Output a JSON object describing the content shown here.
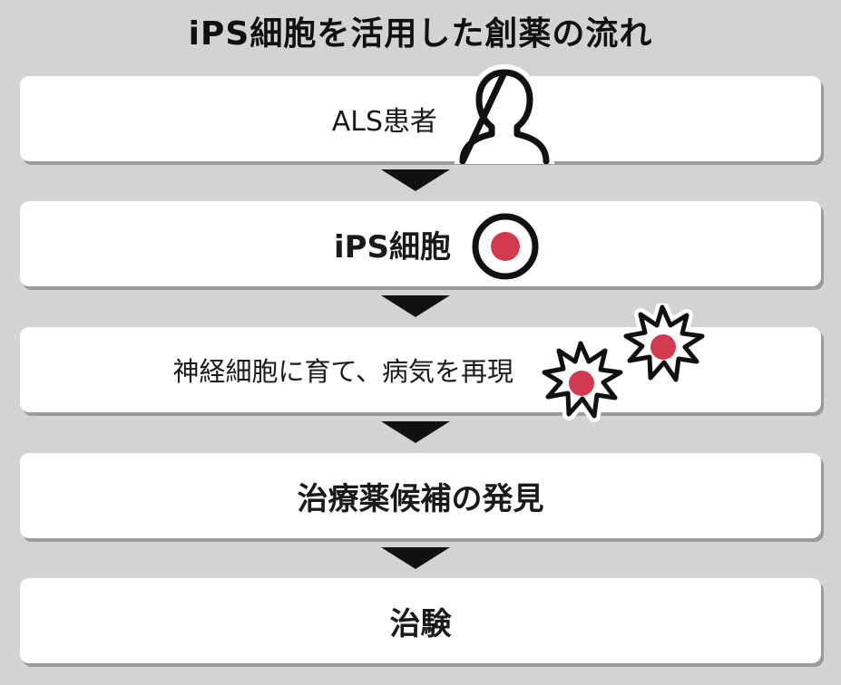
{
  "title": "iPS細胞を活用した創薬の流れ",
  "steps": [
    {
      "label": "ALS患者",
      "icon": "person-icon"
    },
    {
      "label": "iPS細胞",
      "icon": "cell-icon"
    },
    {
      "label": "神経細胞に育て、病気を再現",
      "icon": "damaged-cell-icon"
    },
    {
      "label": "治療薬候補の発見"
    },
    {
      "label": "治験"
    }
  ],
  "colors": {
    "background": "#d3d3d3",
    "box": "#ffffff",
    "accent": "#d23a50",
    "text": "#111111"
  }
}
